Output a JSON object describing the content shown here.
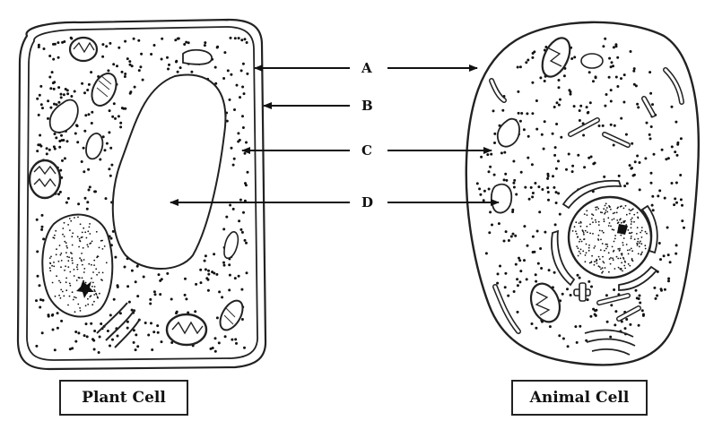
{
  "labels": {
    "a": "A",
    "b": "B",
    "c": "C",
    "d": "D"
  },
  "captions": {
    "plant": "Plant Cell",
    "animal": "Animal Cell"
  }
}
